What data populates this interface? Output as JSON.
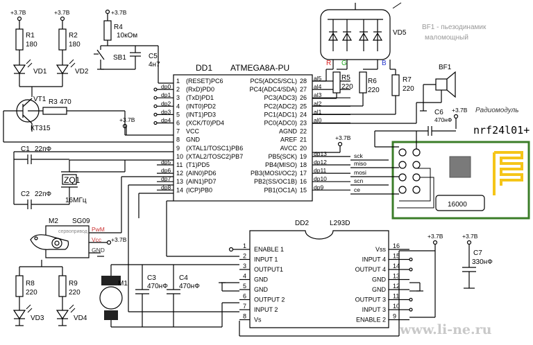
{
  "power": {
    "vcc": "+3.7В"
  },
  "leds_top": [
    {
      "res": "R1",
      "val": "180",
      "led": "VD1"
    },
    {
      "res": "R2",
      "val": "180",
      "led": "VD2"
    }
  ],
  "transistor": {
    "ref": "VT1",
    "type": "КТ315",
    "res": "R3",
    "res_val": "470"
  },
  "button": {
    "res": "R4",
    "res_val": "10кОм",
    "sw": "SB1",
    "cap": "C5",
    "cap_val": "4н7"
  },
  "mcu": {
    "ref": "DD1",
    "part": "ATMEGA8A-PU",
    "left_pins": [
      {
        "num": "1",
        "name": "(RESET)PC6"
      },
      {
        "num": "2",
        "name": "(RxD)PD0"
      },
      {
        "num": "3",
        "name": "(TxD)PD1"
      },
      {
        "num": "4",
        "name": "(INT0)PD2"
      },
      {
        "num": "5",
        "name": "(INT1)PD3"
      },
      {
        "num": "6",
        "name": "(XCK/T0)PD4"
      },
      {
        "num": "7",
        "name": "VCC"
      },
      {
        "num": "8",
        "name": "GND"
      },
      {
        "num": "9",
        "name": "(XTAL1/TOSC1)PB6"
      },
      {
        "num": "10",
        "name": "(XTAL2/TOSC2)PB7"
      },
      {
        "num": "11",
        "name": "(T1)PD5"
      },
      {
        "num": "12",
        "name": "(AIN0)PD6"
      },
      {
        "num": "13",
        "name": "(AIN1)PD7"
      },
      {
        "num": "14",
        "name": "(ICP)PB0"
      }
    ],
    "right_pins": [
      {
        "num": "28",
        "name": "PC5(ADC5/SCL)"
      },
      {
        "num": "27",
        "name": "PC4(ADC4/SDA)"
      },
      {
        "num": "26",
        "name": "PC3(ADC3)"
      },
      {
        "num": "25",
        "name": "PC2(ADC2)"
      },
      {
        "num": "24",
        "name": "PC1(ADC1)"
      },
      {
        "num": "23",
        "name": "PC0(ADC0)"
      },
      {
        "num": "22",
        "name": "AGND"
      },
      {
        "num": "21",
        "name": "AREF"
      },
      {
        "num": "20",
        "name": "AVCC"
      },
      {
        "num": "19",
        "name": "PB5(SCK)"
      },
      {
        "num": "18",
        "name": "PB4(MISO)"
      },
      {
        "num": "17",
        "name": "PB3(MOSI/OC2)"
      },
      {
        "num": "16",
        "name": "PB2(SS/OC1B)"
      },
      {
        "num": "15",
        "name": "PB1(OC1A)"
      }
    ],
    "left_nets": [
      "dp0",
      "dp1",
      "dp2",
      "dp3",
      "dp4",
      "dp5",
      "dp6",
      "dp7",
      "dp8"
    ],
    "right_nets": [
      "al5",
      "al4",
      "al3",
      "al2",
      "al1",
      "al0",
      "dp13",
      "dp12",
      "dp11",
      "dp10",
      "dp9"
    ]
  },
  "crystal": {
    "c1": "C1",
    "c1_val": "22пФ",
    "c2": "C2",
    "c2_val": "22пФ",
    "ref": "ZQ1",
    "freq": "16МГц"
  },
  "servo": {
    "ref": "M2",
    "type": "SG09",
    "note": "сервопривод",
    "pwm": "PwM",
    "vcc": "Vcc",
    "gnd": "GND"
  },
  "rgb_led": {
    "ref": "VD5",
    "r": "R",
    "g": "G",
    "b": "B"
  },
  "rgb_res": [
    {
      "ref": "R5",
      "val": "220"
    },
    {
      "ref": "R6",
      "val": "220"
    },
    {
      "ref": "R7",
      "val": "220"
    }
  ],
  "buzzer": {
    "ref": "BF1",
    "note_line1": "BF1 - пьезодинамик",
    "note_line2": "маломощный"
  },
  "radio": {
    "cap": "C6",
    "cap_val": "470нФ",
    "title": "Радиомодуль",
    "part": "nrf24l01+",
    "chip_mark": "16000",
    "signals": [
      "sck",
      "miso",
      "mosi",
      "scn",
      "ce"
    ]
  },
  "driver": {
    "ref": "DD2",
    "part": "L293D",
    "left_pins": [
      {
        "num": "1",
        "name": "ENABLE 1"
      },
      {
        "num": "2",
        "name": "INPUT 1"
      },
      {
        "num": "3",
        "name": "OUTPUT1"
      },
      {
        "num": "4",
        "name": "GND"
      },
      {
        "num": "5",
        "name": "GND"
      },
      {
        "num": "6",
        "name": "OUTPUT 2"
      },
      {
        "num": "7",
        "name": "INPUT 2"
      },
      {
        "num": "8",
        "name": "Vs"
      }
    ],
    "right_pins": [
      {
        "num": "16",
        "name": "Vss"
      },
      {
        "num": "15",
        "name": "INPUT 4"
      },
      {
        "num": "14",
        "name": "OUTPUT 4"
      },
      {
        "num": "13",
        "name": "GND"
      },
      {
        "num": "12",
        "name": "GND"
      },
      {
        "num": "11",
        "name": "OUTPUT 3"
      },
      {
        "num": "10",
        "name": "INPUT 3"
      },
      {
        "num": "9",
        "name": "ENABLE 2"
      }
    ]
  },
  "motor": {
    "ref": "M1",
    "c3": "C3",
    "c3_val": "470нФ",
    "c4": "C4",
    "c4_val": "470нФ"
  },
  "c7": {
    "ref": "C7",
    "val": "330нФ"
  },
  "leds_bottom": [
    {
      "res": "R8",
      "val": "220",
      "led": "VD3"
    },
    {
      "res": "R9",
      "val": "220",
      "led": "VD4"
    }
  ],
  "watermark": "www.li-ne.ru"
}
